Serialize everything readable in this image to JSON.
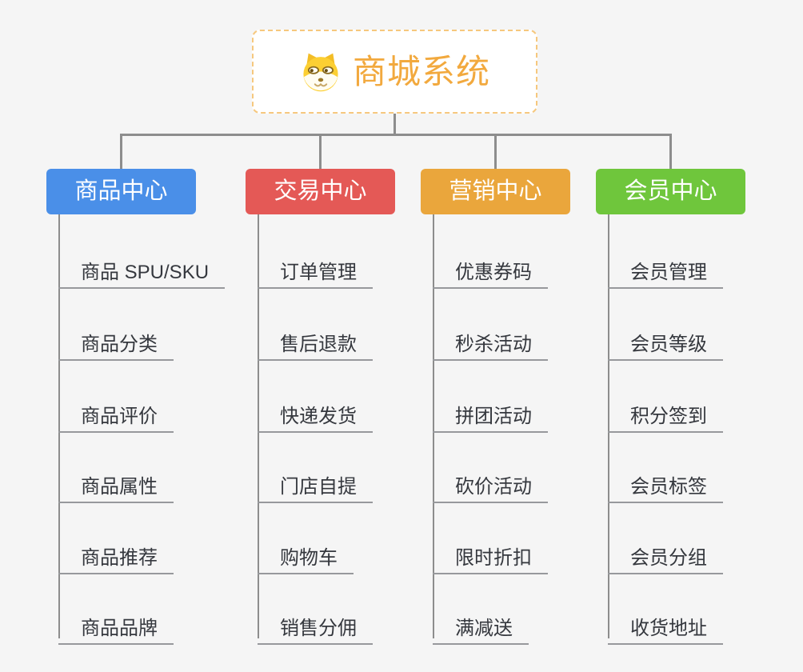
{
  "canvas": {
    "background_color": "#f5f5f5",
    "connector_color": "#8d8d8d",
    "underline_color": "#97999c",
    "item_text_color": "#35383e"
  },
  "root": {
    "title": "商城系统",
    "title_color": "#f2a93e",
    "border_color": "#f6c87e",
    "icon": "dog-icon"
  },
  "branches": [
    {
      "label": "商品中心",
      "color": "#4a8fe8",
      "items": [
        "商品 SPU/SKU",
        "商品分类",
        "商品评价",
        "商品属性",
        "商品推荐",
        "商品品牌"
      ]
    },
    {
      "label": "交易中心",
      "color": "#e45956",
      "items": [
        "订单管理",
        "售后退款",
        "快递发货",
        "门店自提",
        "购物车",
        "销售分佣"
      ]
    },
    {
      "label": "营销中心",
      "color": "#eaa63c",
      "items": [
        "优惠券码",
        "秒杀活动",
        "拼团活动",
        "砍价活动",
        "限时折扣",
        "满减送"
      ]
    },
    {
      "label": "会员中心",
      "color": "#6fc63c",
      "items": [
        "会员管理",
        "会员等级",
        "积分签到",
        "会员标签",
        "会员分组",
        "收货地址"
      ]
    }
  ]
}
